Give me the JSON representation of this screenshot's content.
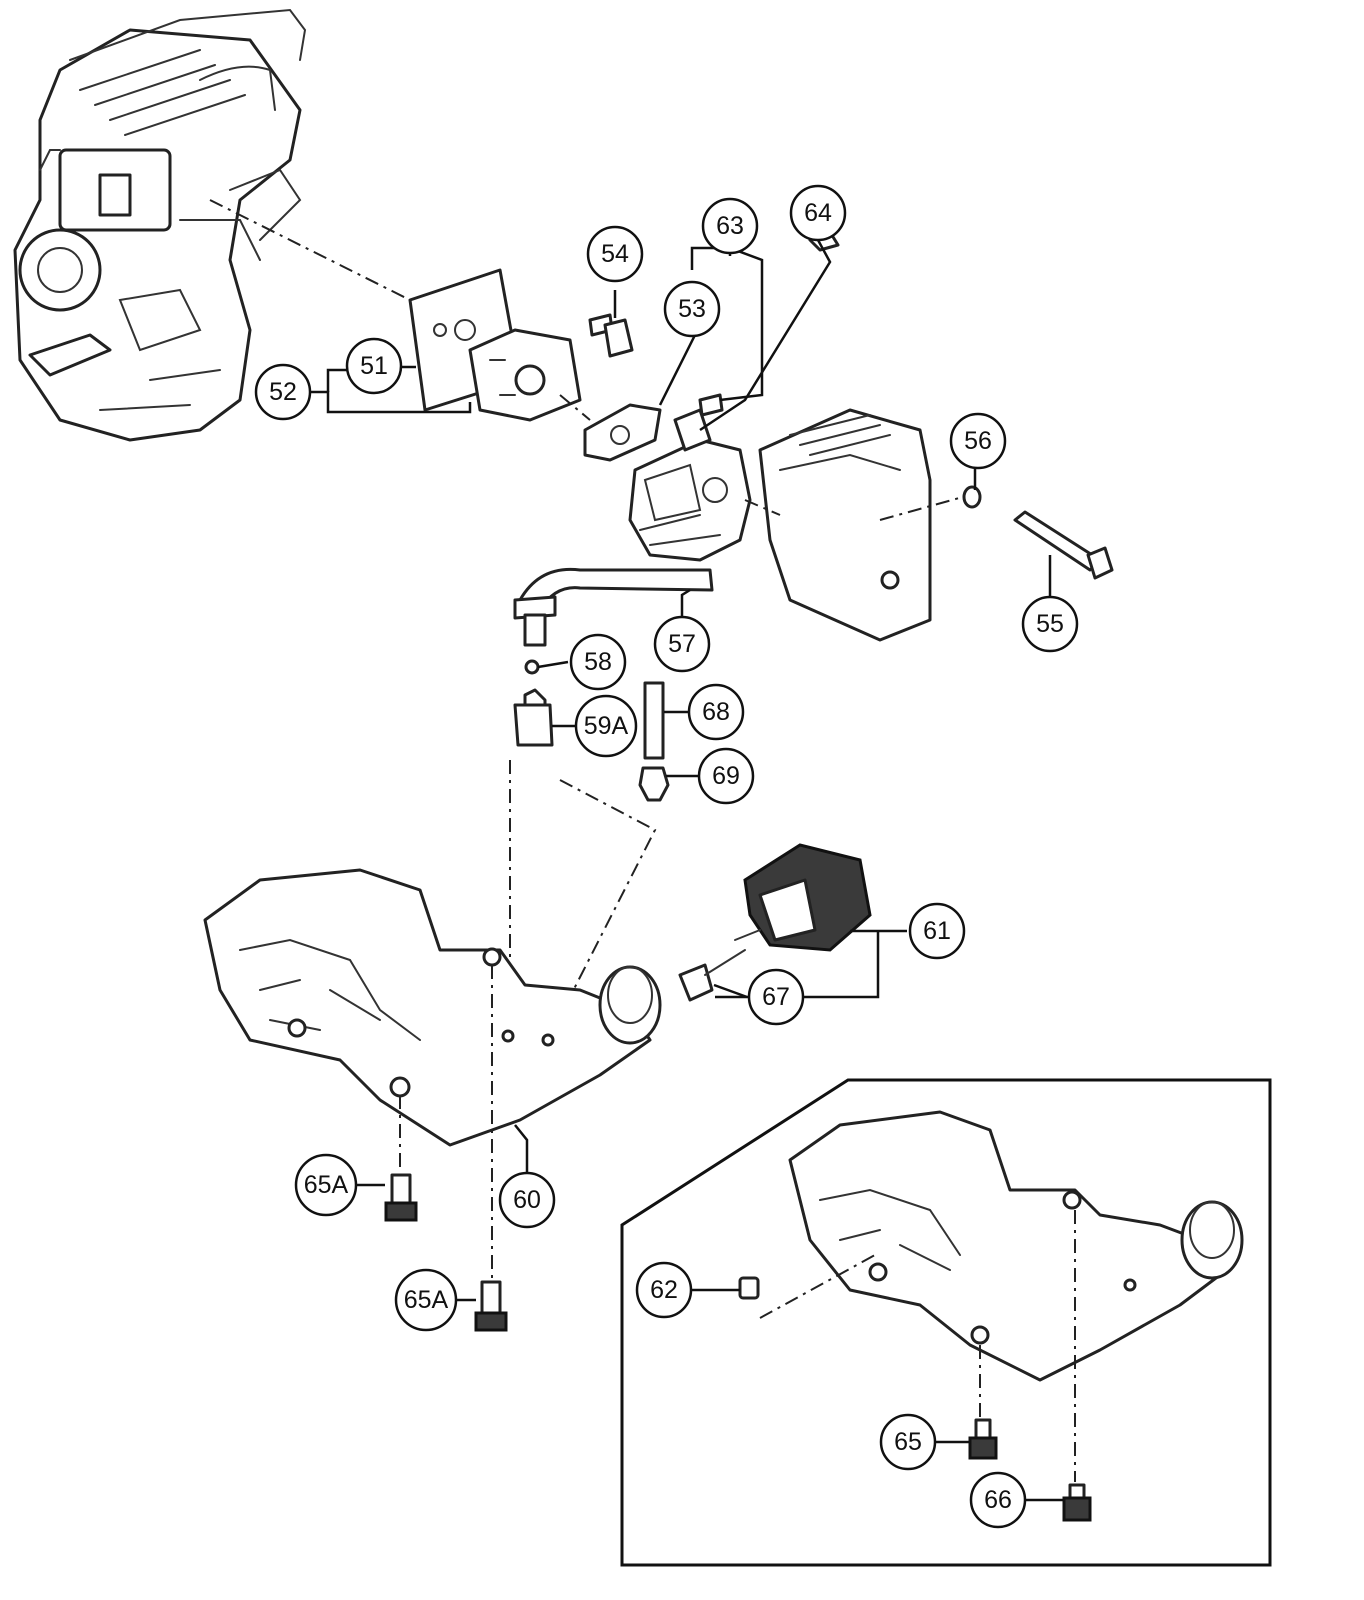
{
  "colors": {
    "line": "#111111",
    "background": "#ffffff",
    "shade": "#3a3a3a"
  },
  "callouts": {
    "c51": "51",
    "c52": "52",
    "c53": "53",
    "c54": "54",
    "c55": "55",
    "c56": "56",
    "c57": "57",
    "c58": "58",
    "c59a": "59A",
    "c60": "60",
    "c61": "61",
    "c62": "62",
    "c63": "63",
    "c64": "64",
    "c65": "65",
    "c65a_1": "65A",
    "c65a_2": "65A",
    "c66": "66",
    "c67": "67",
    "c68": "68",
    "c69": "69"
  }
}
